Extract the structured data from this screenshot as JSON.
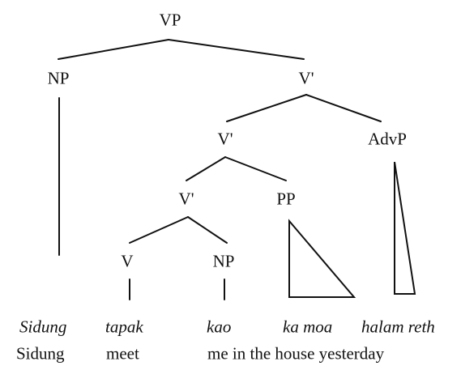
{
  "tree": {
    "nodes": {
      "vp": "VP",
      "np_subject": "NP",
      "vbar_top": "V'",
      "vbar_mid": "V'",
      "advp": "AdvP",
      "vbar_low": "V'",
      "pp": "PP",
      "v": "V",
      "np_object": "NP"
    },
    "words": {
      "sidung": "Sidung",
      "tapak": "tapak",
      "kao": "kao",
      "ka_moa": "ka moa",
      "halam_reth": "halam reth"
    },
    "glosses": {
      "sidung": "Sidung",
      "meet": "meet",
      "rest": "me in the house yesterday"
    }
  }
}
